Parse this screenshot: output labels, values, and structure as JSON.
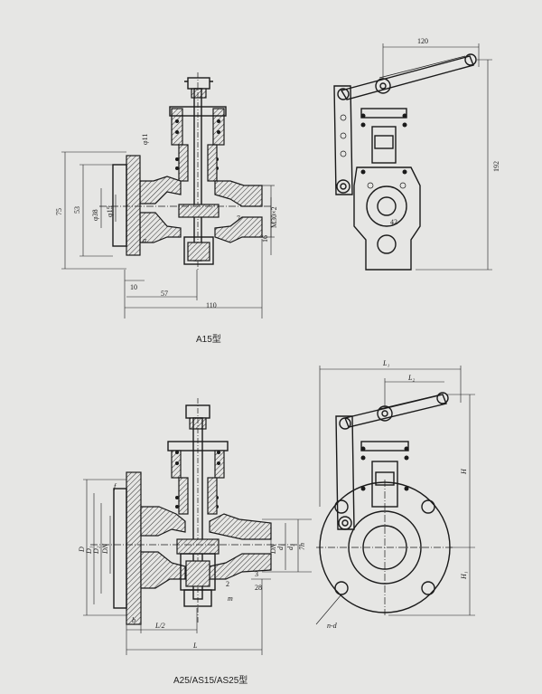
{
  "captions": {
    "top": "A15型",
    "bottom": "A25/AS15/AS25型"
  },
  "top_drawing": {
    "dimensions": {
      "d11": "φ11",
      "d75": "75",
      "d53": "53",
      "d38": "φ38",
      "d15": "φ15",
      "d7": "7",
      "thread": "M30×2",
      "d16": "16",
      "d10": "10",
      "d57": "57",
      "d110": "110",
      "d120": "120",
      "d192": "192",
      "d42": "42",
      "alpha": "α"
    }
  },
  "bottom_drawing": {
    "dimensions": {
      "f": "f",
      "D": "D",
      "D1": "D₁",
      "D2": "D₂",
      "DN": "DN",
      "DN2": "DN",
      "d1": "d₁",
      "d2": "d₂",
      "h": "7h",
      "b": "b",
      "L2": "L/2",
      "L": "L",
      "L1": "L₁",
      "L2h": "L₂",
      "H": "H",
      "H1": "H₁",
      "nd": "n-d",
      "three": "3",
      "twentyeight": "28",
      "two": "2",
      "m": "m"
    }
  }
}
